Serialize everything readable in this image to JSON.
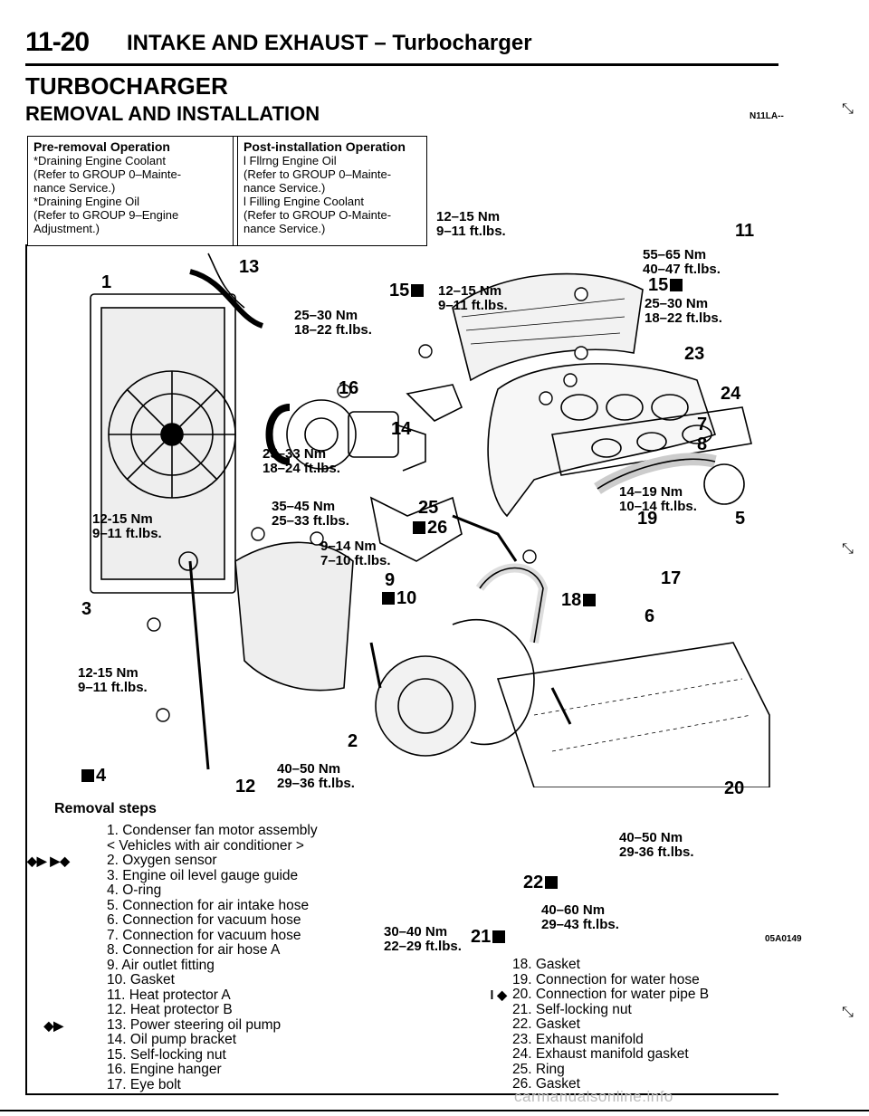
{
  "header": {
    "page_number": "11-20",
    "title": "INTAKE AND EXHAUST – Turbocharger"
  },
  "section_title": "TURBOCHARGER",
  "subsection_title": "REMOVAL AND INSTALLATION",
  "doc_code": "N11LA--",
  "pre_removal": {
    "heading": "Pre-removal  Operation",
    "lines": [
      "*Draining  Engine  Coolant",
      "  (Refer  to  GROUP  0–Mainte-",
      "  nance  Service.)",
      "*Draining  Engine  Oil",
      "  (Refer  to  GROUP  9–Engine",
      "  Adjustment.)"
    ]
  },
  "post_installation": {
    "heading": "Post-installation  Operation",
    "lines": [
      "l  Fllrng  Engine  Oil",
      "  (Refer  to  GROUP  0–Mainte-",
      "  nance  Service.)",
      "l  Filling  Engine  Coolant",
      "  (Refer  to  GROUP  O-Mainte-",
      "  nance  Service.)"
    ]
  },
  "diagram_labels": {
    "t1": "12–15 Nm",
    "t1b": "9–11 ft.lbs.",
    "n11": "11",
    "t2": "55–65 Nm",
    "t2b": "40–47 ft.lbs.",
    "n15a": "15",
    "n15b": "15",
    "t3": "12–15 Nm",
    "t3b": "9–11 ft.lbs.",
    "t4": "25–30 Nm",
    "t4b": "18–22 ft.lbs.",
    "t5": "25–30 Nm",
    "t5b": "18–22 ft.lbs.",
    "n1": "1",
    "n13": "13",
    "n16": "16",
    "n14": "14",
    "n23": "23",
    "n24": "24",
    "n7": "7",
    "n8": "8",
    "t6": "25–33 Nm",
    "t6b": "18–24 ft.lbs.",
    "t7": "35–45 Nm",
    "t7b": "25–33 ft.lbs.",
    "n25": "25",
    "n26": "26",
    "t8": "14–19 Nm",
    "t8b": "10–14 ft.lbs.",
    "n19": "19",
    "n5": "5",
    "t9": "12-15 Nm",
    "t9b": "9–11 ft.lbs.",
    "t10": "9–14 Nm",
    "t10b": "7–10 ft.lbs.",
    "n9": "9",
    "n10": "10",
    "n17": "17",
    "n18": "18",
    "n6": "6",
    "n3": "3",
    "t11": "12-15 Nm",
    "t11b": "9–11 ft.lbs.",
    "n2": "2",
    "n4": "4",
    "n12": "12",
    "t12": "40–50 Nm",
    "t12b": "29–36 ft.lbs.",
    "n20": "20",
    "t13": "40–50 Nm",
    "t13b": "29-36 ft.lbs.",
    "n22": "22",
    "t14": "40–60 Nm",
    "t14b": "29–43 ft.lbs.",
    "t15": "30–40 Nm",
    "t15b": "22–29 ft.lbs.",
    "n21": "21",
    "image_code": "05A0149"
  },
  "removal_steps": {
    "title": "Removal steps",
    "left": [
      {
        "pre": "",
        "text": "1. Condenser fan motor assembly"
      },
      {
        "pre": "",
        "text": "   < Vehicles with air conditioner >"
      },
      {
        "pre": "◆▶ ▶◆",
        "text": "2. Oxygen sensor"
      },
      {
        "pre": "",
        "text": "3. Engine oil level gauge guide"
      },
      {
        "pre": "",
        "text": "4. O-ring"
      },
      {
        "pre": "",
        "text": "5. Connection for air intake hose"
      },
      {
        "pre": "",
        "text": "6. Connection for vacuum hose"
      },
      {
        "pre": "",
        "text": "7. Connection for vacuum hose"
      },
      {
        "pre": "",
        "text": "8. Connection for air hose A"
      },
      {
        "pre": "",
        "text": "9. Air outlet fitting"
      },
      {
        "pre": "",
        "text": "10. Gasket"
      },
      {
        "pre": "",
        "text": "11. Heat protector A"
      },
      {
        "pre": "",
        "text": "12. Heat protector B"
      },
      {
        "pre": "◆▶",
        "text": "13. Power steering oil pump"
      },
      {
        "pre": "",
        "text": "14. Oil pump bracket"
      },
      {
        "pre": "",
        "text": "15. Self-locking nut"
      },
      {
        "pre": "",
        "text": "16. Engine hanger"
      },
      {
        "pre": "",
        "text": "17. Eye bolt"
      }
    ],
    "right": [
      {
        "pre": "",
        "text": "18. Gasket"
      },
      {
        "pre": "",
        "text": "19. Connection for water hose"
      },
      {
        "pre": "l  ◆",
        "text": "20. Connection for water pipe B"
      },
      {
        "pre": "",
        "text": "21. Self-locking nut"
      },
      {
        "pre": "",
        "text": "22. Gasket"
      },
      {
        "pre": "",
        "text": "23. Exhaust manifold"
      },
      {
        "pre": "",
        "text": "24. Exhaust manifold gasket"
      },
      {
        "pre": "",
        "text": "25. Ring"
      },
      {
        "pre": "",
        "text": "26. Gasket"
      }
    ]
  },
  "watermark": "carmanualsonline.info"
}
